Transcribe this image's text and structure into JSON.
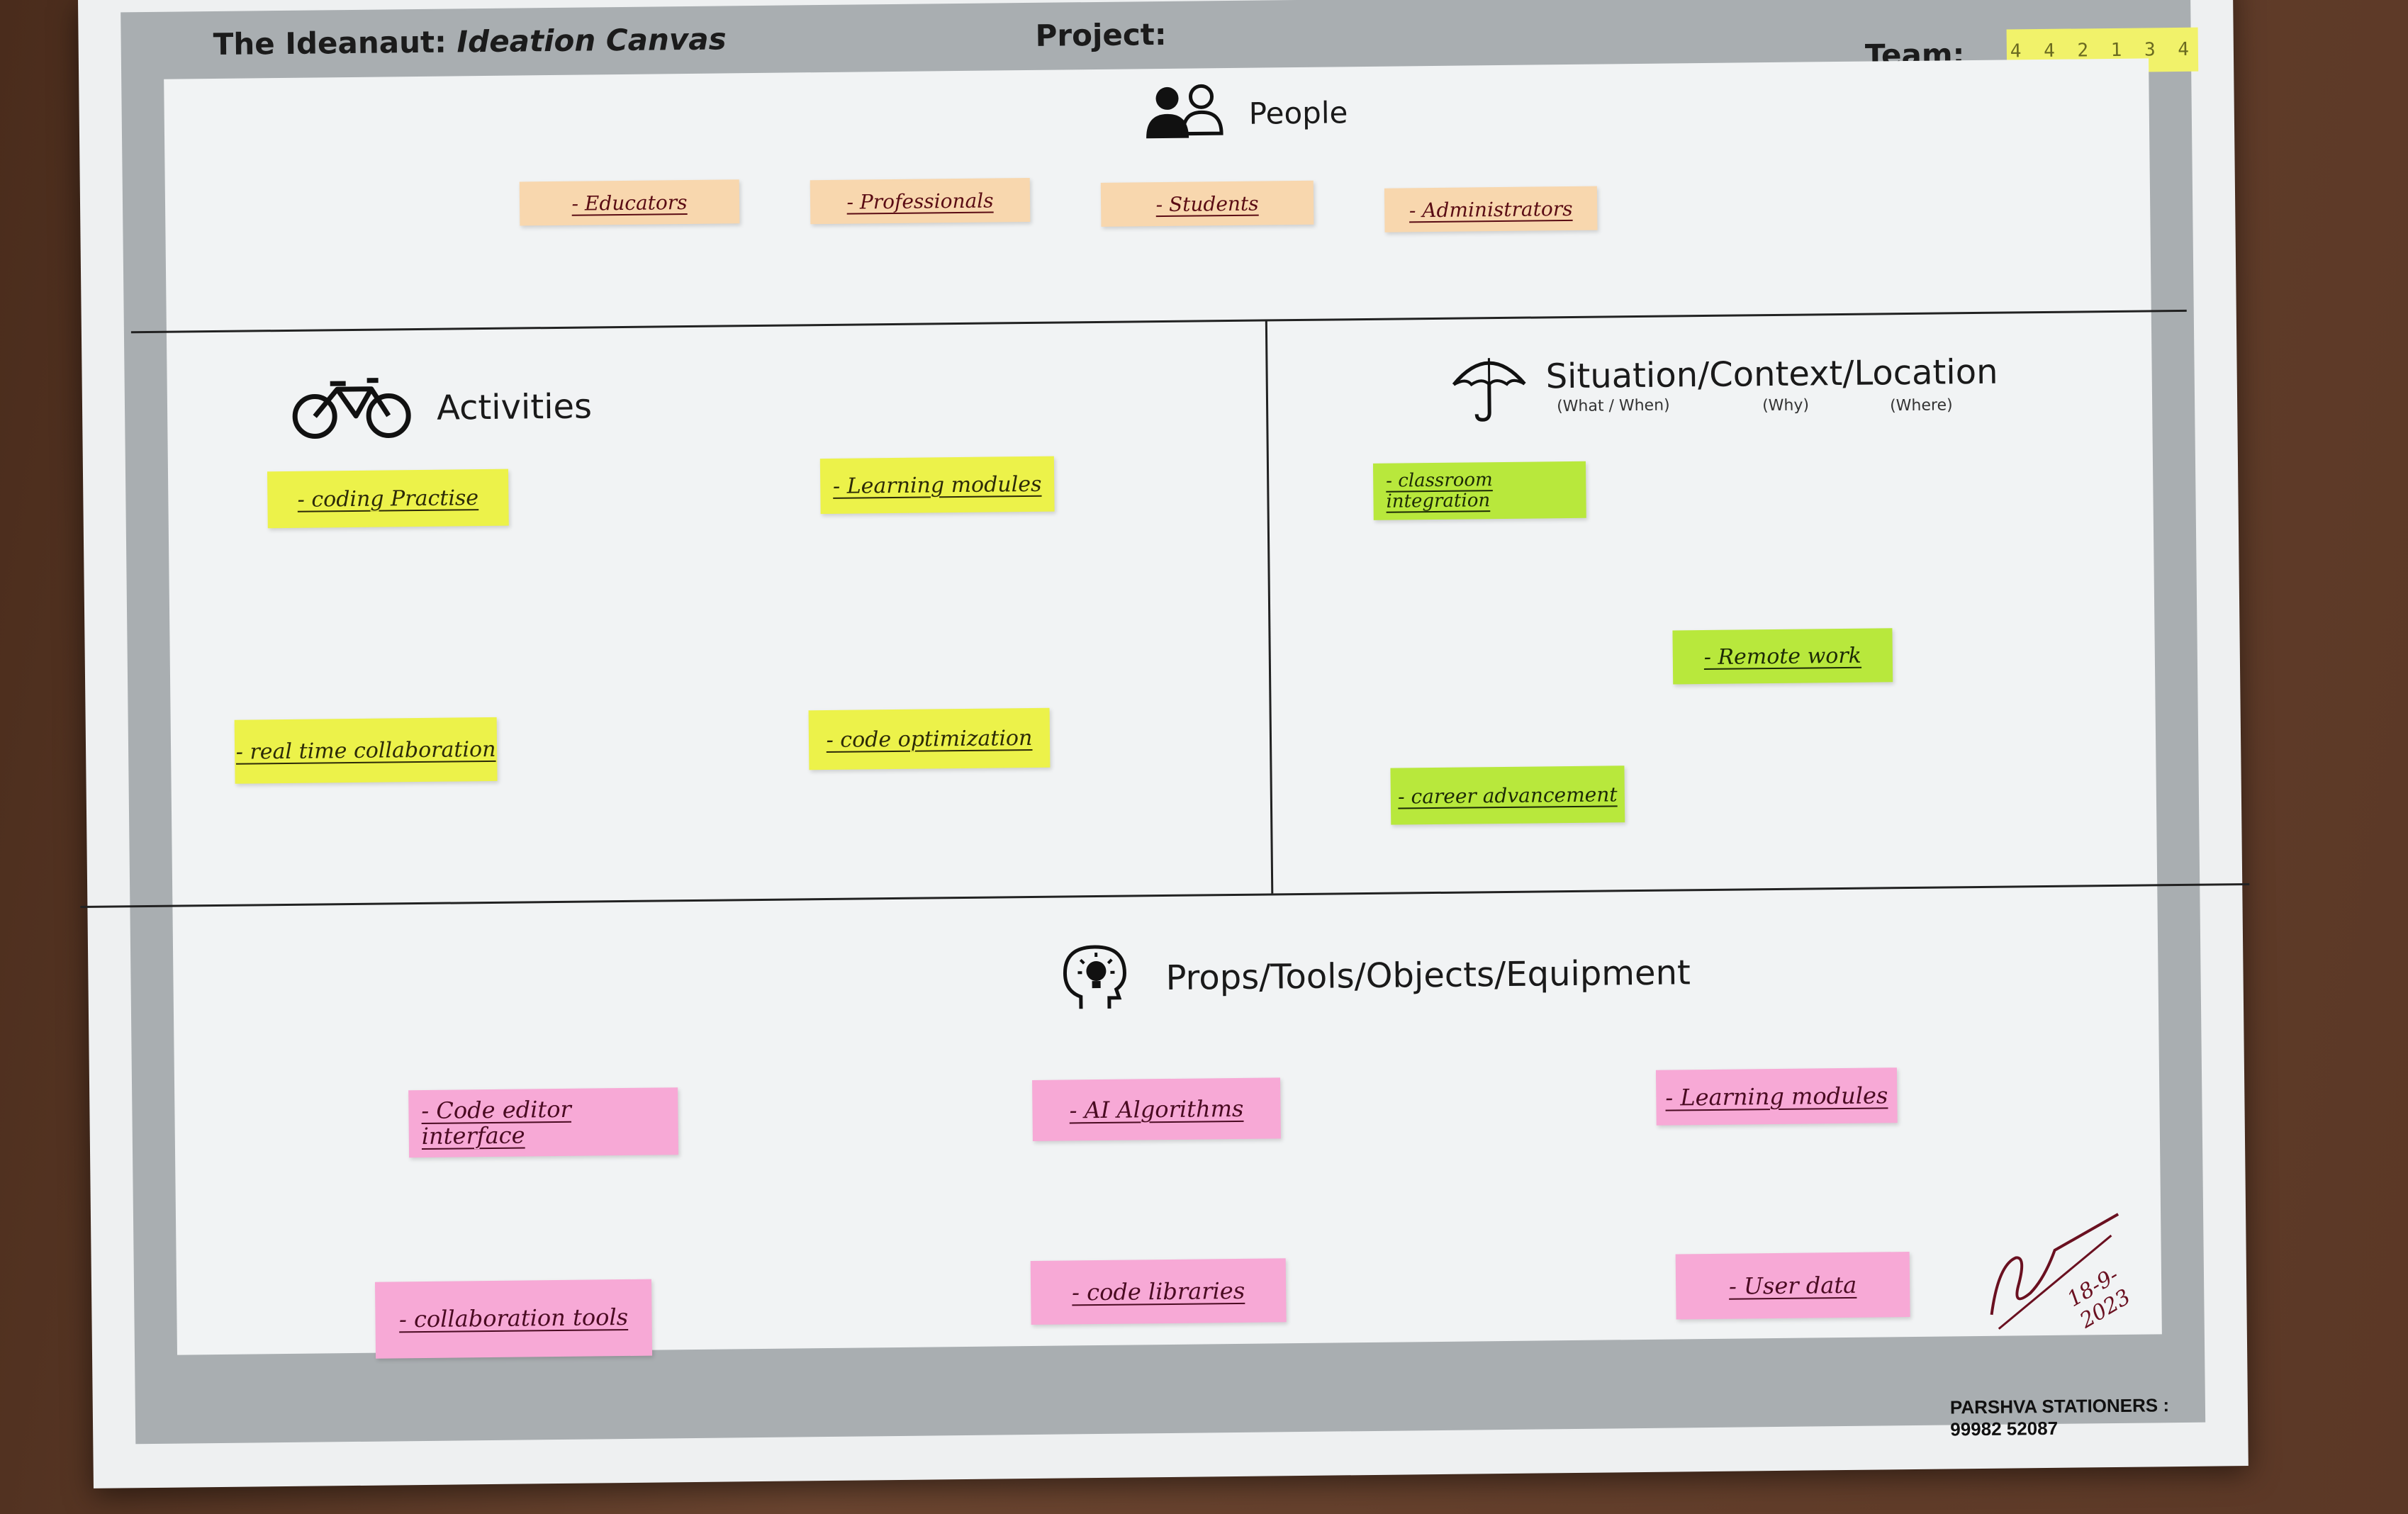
{
  "header": {
    "title_prefix": "The Ideanaut: ",
    "title_italic": "Ideation Canvas",
    "project_label": "Project:",
    "team_label": "Team:",
    "team_value": "4 4 2 1 3 4"
  },
  "people": {
    "title": "People",
    "notes": [
      "- Educators",
      "- Professionals",
      "- Students",
      "- Administrators"
    ]
  },
  "activities": {
    "title": "Activities",
    "notes": [
      "- coding Practise",
      "- Learning modules",
      "- real time collaboration",
      "- code optimization"
    ]
  },
  "situation": {
    "title": "Situation/Context/Location",
    "sub_what": "(What / When)",
    "sub_why": "(Why)",
    "sub_where": "(Where)",
    "notes": [
      "- classroom integration",
      "- Remote work",
      "- career advancement"
    ]
  },
  "props": {
    "title": "Props/Tools/Objects/Equipment",
    "notes": [
      "- Code editor interface",
      "- AI Algorithms",
      "- Learning modules",
      "- collaboration tools",
      "- code libraries",
      "- User data"
    ]
  },
  "signature": {
    "date": "18-9-2023"
  },
  "footer": {
    "text": "PARSHVA STATIONERS : 99982 52087"
  },
  "colors": {
    "people_note": "#f8d7ae",
    "activity_note": "#ecf24a",
    "situation_note": "#b8e83c",
    "props_note": "#f7a9d6"
  }
}
